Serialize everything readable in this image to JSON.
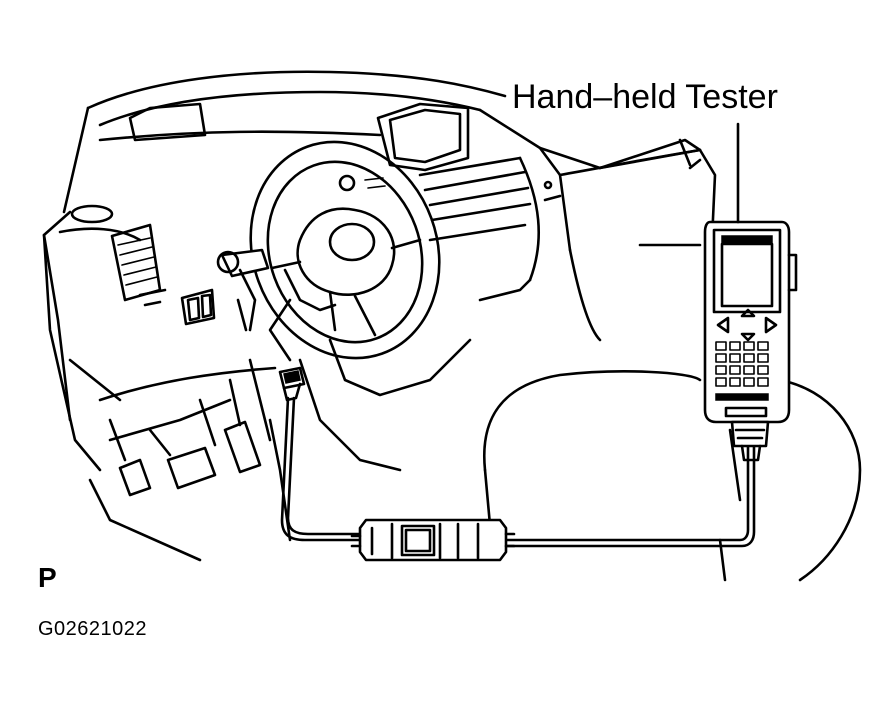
{
  "labels": {
    "tester": "Hand–held Tester",
    "view_letter": "P",
    "figure_code": "G02621022"
  },
  "icons": {
    "hand_held_tester": "hand-held-tester-icon",
    "dlc_connector": "dlc3-connector-icon",
    "cable_adapter": "adapter-icon"
  }
}
